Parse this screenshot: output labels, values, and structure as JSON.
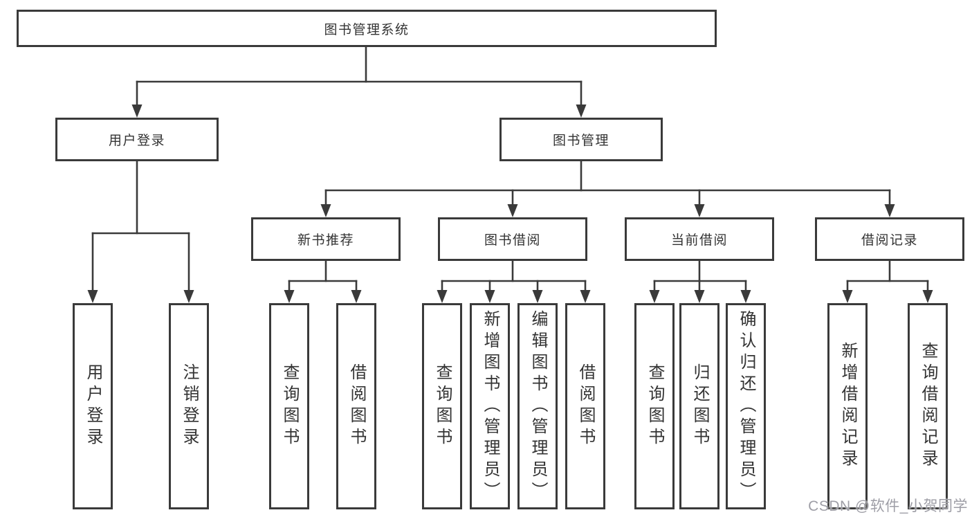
{
  "colors": {
    "line": "#3a3a3a",
    "box_border": "#3a3a3a",
    "text": "#333333",
    "watermark_text": "#9e9ea6",
    "background": "#ffffff"
  },
  "watermark": {
    "text": "CSDN @软件_小贺同学"
  },
  "tree": {
    "root": {
      "label": "图书管理系统"
    },
    "children": [
      {
        "label": "用户登录",
        "children": [
          {
            "label": "用户登录"
          },
          {
            "label": "注销登录"
          }
        ]
      },
      {
        "label": "图书管理",
        "children": [
          {
            "label": "新书推荐",
            "children": [
              {
                "label": "查询图书"
              },
              {
                "label": "借阅图书"
              }
            ]
          },
          {
            "label": "图书借阅",
            "children": [
              {
                "label": "查询图书"
              },
              {
                "label": "新增图书（管理员）"
              },
              {
                "label": "编辑图书（管理员）"
              },
              {
                "label": "借阅图书"
              }
            ]
          },
          {
            "label": "当前借阅",
            "children": [
              {
                "label": "查询图书"
              },
              {
                "label": "归还图书"
              },
              {
                "label": "确认归还（管理员）"
              }
            ]
          },
          {
            "label": "借阅记录",
            "children": [
              {
                "label": "新增借阅记录"
              },
              {
                "label": "查询借阅记录"
              }
            ]
          }
        ]
      }
    ]
  }
}
